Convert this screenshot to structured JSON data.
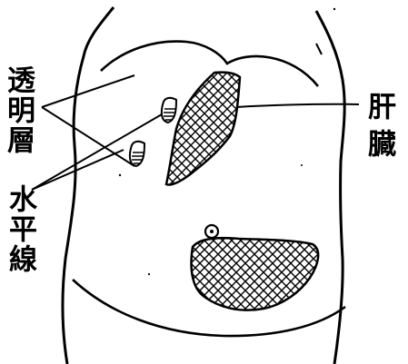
{
  "labels": {
    "translucent_layer": "透明層",
    "horizontal_line": "水平線",
    "liver": "肝臓"
  },
  "colors": {
    "ink": "#000000",
    "paper": "#ffffff"
  }
}
